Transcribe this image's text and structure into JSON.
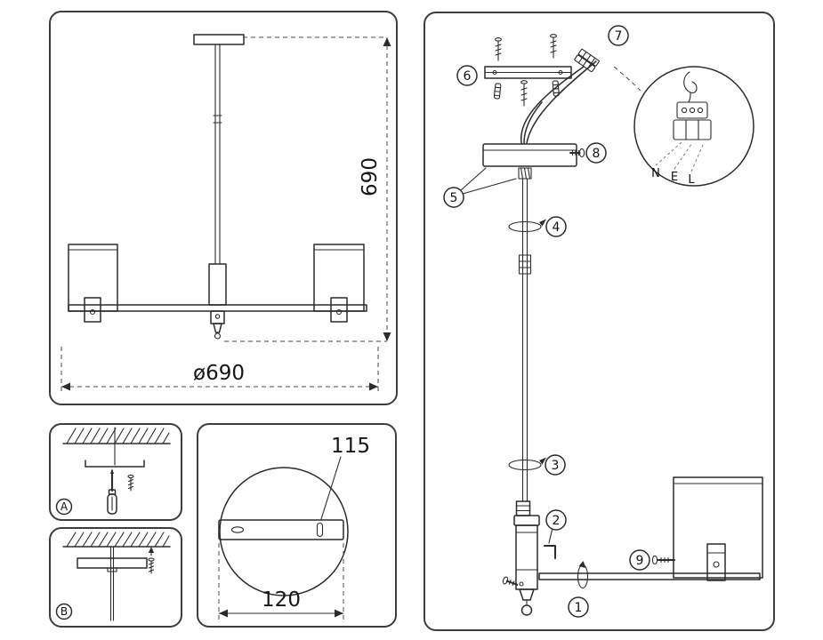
{
  "colors": {
    "line": "#2b2b2b",
    "panel_border": "#3d3d3d",
    "background": "#ffffff"
  },
  "overview": {
    "height_dim": "690",
    "diameter_dim": "ø690"
  },
  "steps": {
    "a_label": "A",
    "b_label": "B"
  },
  "plate": {
    "offset_dim": "115",
    "width_dim": "120"
  },
  "assembly": {
    "callouts": [
      "1",
      "2",
      "3",
      "4",
      "5",
      "6",
      "7",
      "8",
      "9"
    ],
    "wire_labels": [
      "N",
      "E",
      "L"
    ]
  }
}
